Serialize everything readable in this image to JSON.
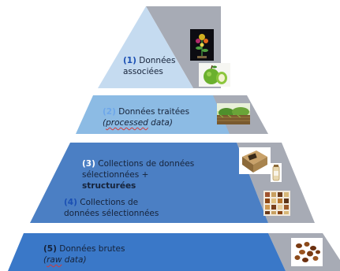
{
  "colors": {
    "level1_fill": "#c5dbf0",
    "level2_fill": "#8cbbe4",
    "level3_fill": "#4b7fc4",
    "level5_fill": "#3a78c8",
    "side_fill": "#a7abb5",
    "number_blue": "#1a4fb3",
    "number_light": "#6ea7ea",
    "number_white": "#ffffff",
    "text_dark": "#16233a"
  },
  "levels": [
    {
      "id": "1",
      "number": "(1)",
      "text_line1": "Données",
      "text_line2": "associées"
    },
    {
      "id": "2",
      "number": "(2)",
      "text_line1": "Données traitées",
      "text_line2_italic": "processed",
      "text_line2_rest": " data)"
    },
    {
      "id": "3",
      "number": "(3)",
      "text_line1": "Collections de données",
      "text_line2": "sélectionnées +",
      "text_line3": "structurées"
    },
    {
      "id": "4",
      "number": "(4)",
      "text_line1": "Collections de",
      "text_line2": "données sélectionnées"
    },
    {
      "id": "5",
      "number": "(5)",
      "text_line1": "Données brutes",
      "text_line2_italic": "raw",
      "text_line2_rest": " data)"
    }
  ],
  "images": {
    "level1": [
      "botanical-print-icon",
      "green-apple-icon"
    ],
    "level2": [
      "green-field-icon"
    ],
    "level3": [
      "herbarium-box-icon",
      "specimen-jar-icon",
      "seed-grid-icon"
    ],
    "level5": [
      "raw-seeds-icon"
    ]
  }
}
